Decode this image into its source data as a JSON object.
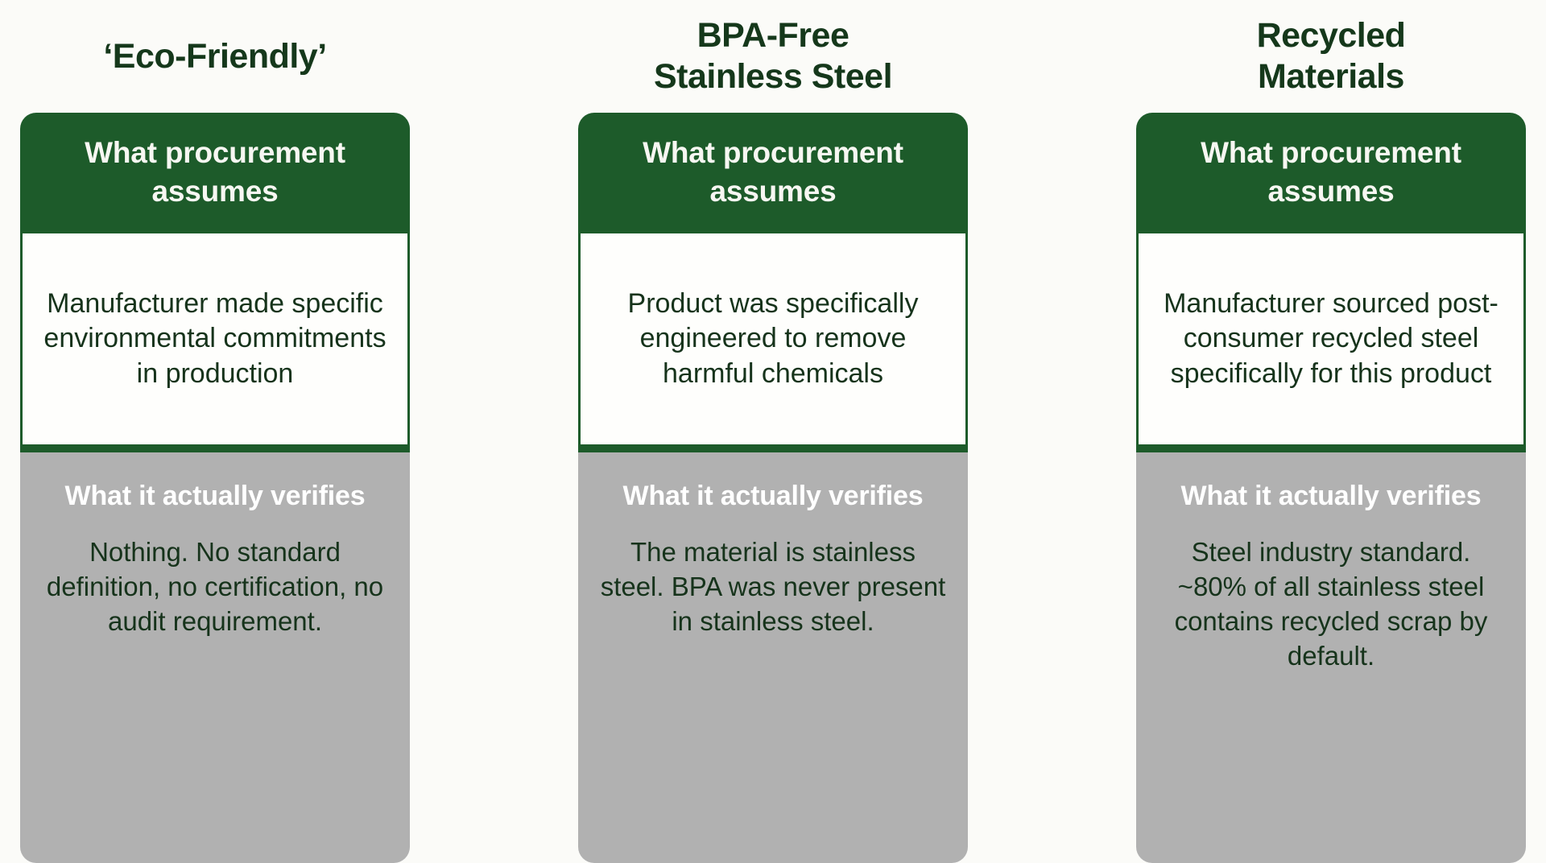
{
  "page": {
    "background_color": "#FBFBF8",
    "accent_green": "#1D5B2A",
    "title_green": "#15381B",
    "body_green": "#16331B",
    "grey": "#B1B1B1",
    "white": "#FFFFFF"
  },
  "columns": [
    {
      "title": "‘Eco-Friendly’",
      "assume_heading": "What procurement\nassumes",
      "assume_text": "Manufacturer made specific environmental commitments in production",
      "verify_heading": "What it actually verifies",
      "verify_text": "Nothing. No standard definition, no certification, no audit requirement."
    },
    {
      "title": "BPA-Free\nStainless Steel",
      "assume_heading": "What procurement\nassumes",
      "assume_text": "Product was specifically engineered to remove harmful chemicals",
      "verify_heading": "What it actually verifies",
      "verify_text": "The material is stainless steel. BPA was never present in stainless steel."
    },
    {
      "title": "Recycled\nMaterials",
      "assume_heading": "What procurement\nassumes",
      "assume_text": "Manufacturer sourced post-consumer recycled steel specifically for this product",
      "verify_heading": "What it actually verifies",
      "verify_text": "Steel industry standard. ~80% of all stainless steel contains recycled scrap by default."
    }
  ]
}
